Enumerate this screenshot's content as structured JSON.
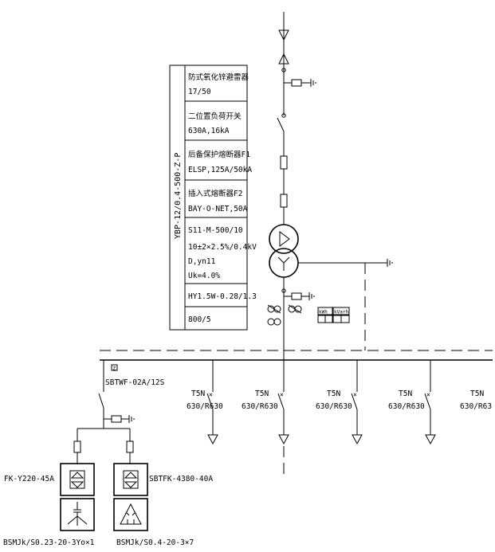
{
  "model_label": "YBP-12/0.4-500-Z-P",
  "spec_table": [
    {
      "line1": "防式氧化锌避雷器",
      "line2": "17/50"
    },
    {
      "line1": "二位置负荷开关",
      "line2": "630A,16kA"
    },
    {
      "line1": "后备保护熔断器F1",
      "line2": "ELSP,125A/50kA"
    },
    {
      "line1": "插入式熔断器F2",
      "line2": "BAY-O-NET,50A"
    },
    {
      "line1": "S11-M-500/10",
      "line2": "10±2×2.5%/0.4kV",
      "line3": "D,yn11",
      "line4": "Uk=4.0%"
    },
    {
      "line1": "HY1.5W-0.28/1.3"
    },
    {
      "line1": "800/5"
    }
  ],
  "meter_labels": [
    "kWh",
    "kVarh"
  ],
  "branches": [
    {
      "breaker": "T5N",
      "rating": "630/R630"
    },
    {
      "breaker": "T5N",
      "rating": "630/R630"
    },
    {
      "breaker": "T5N",
      "rating": "630/R630"
    },
    {
      "breaker": "T5N",
      "rating": "630/R630"
    },
    {
      "breaker": "T5N",
      "rating": "630/R63"
    }
  ],
  "capacitor_section": {
    "switch_marker": "Z",
    "switch_label": "SBTWF-02A/12S",
    "left_unit_label": "FK-Y220-45A",
    "right_unit_label": "SBTFK-4380-40A",
    "left_bank_label": "BSMJk/S0.23-20-3Yo×1",
    "right_bank_label": "BSMJk/S0.4-20-3×7"
  }
}
